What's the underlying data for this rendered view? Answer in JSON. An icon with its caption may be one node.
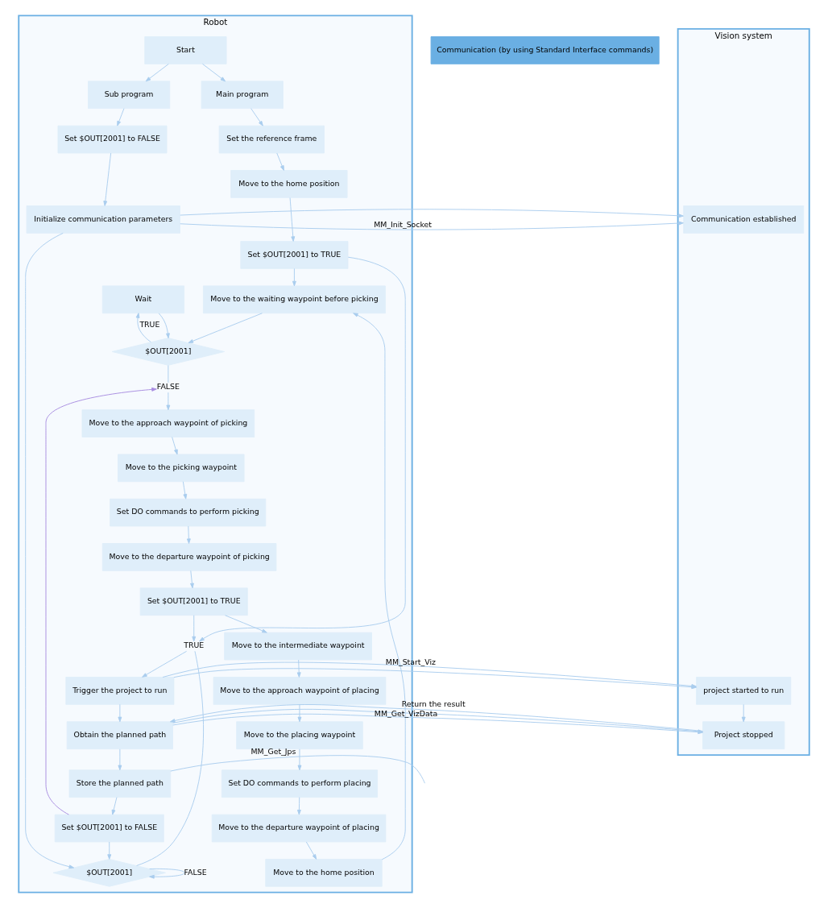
{
  "diagram": {
    "nodes": [
      {
        "text": [
          "Robot"
        ]
      },
      {
        "text": [
          "Communication (by using Standard Interface commands)"
        ]
      },
      {
        "text": [
          "Vision system"
        ]
      },
      {
        "text": [
          "Start"
        ],
        "in": 0
      },
      {
        "text": [
          "Main program"
        ],
        "in": 0
      },
      {
        "text": [
          "Set the reference frame"
        ],
        "in": 0
      },
      {
        "text": [
          "Move to the home position"
        ],
        "in": 0
      },
      {
        "text": [
          "Set $OUT[2001] to TRUE"
        ],
        "in": 0
      },
      {
        "text": [
          "Move to the waiting waypoint before picking"
        ],
        "in": 0
      },
      {
        "text": [
          "Wait"
        ],
        "in": 0
      },
      {
        "text": [
          "$OUT[2001]"
        ],
        "in": 0
      },
      {
        "text": [
          "FALSE"
        ],
        "in": 0
      },
      {
        "text": [
          "Move to the approach waypoint of picking"
        ],
        "in": 0
      },
      {
        "text": [
          "Move to the picking waypoint"
        ],
        "in": 0
      },
      {
        "text": [
          "Set DO commands to perform picking"
        ],
        "in": 0
      },
      {
        "text": [
          "Move to the departure waypoint of picking"
        ],
        "in": 0
      },
      {
        "text": [
          "Set $OUT[2001] to TRUE"
        ],
        "in": 0
      },
      {
        "text": [
          "Move to the intermediate waypoint"
        ],
        "in": 0
      },
      {
        "text": [
          "Move to the approach waypoint of placing"
        ],
        "in": 0
      },
      {
        "text": [
          "Move to the placing waypoint"
        ],
        "in": 0
      },
      {
        "text": [
          "Set DO commands to perform placing"
        ],
        "in": 0
      },
      {
        "text": [
          "Move to the departure waypoint of placing"
        ],
        "in": 0
      },
      {
        "text": [
          "Move to the home position"
        ],
        "in": 0
      },
      {
        "text": [
          "Sub program"
        ],
        "in": 0
      },
      {
        "text": [
          "Set $OUT[2001] to FALSE"
        ],
        "in": 0
      },
      {
        "text": [
          "Initialize communication parameters"
        ],
        "in": 0
      },
      {
        "text": [
          "$OUT[2001]"
        ],
        "in": 0
      },
      {
        "text": [
          "TRUE"
        ],
        "in": 0
      },
      {
        "text": [
          "Trigger the project to run"
        ],
        "in": 0
      },
      {
        "text": [
          "Obtain the planned path"
        ],
        "in": 0
      },
      {
        "text": [
          "Store the planned path"
        ],
        "in": 0
      },
      {
        "text": [
          "Set $OUT[2001] to FALSE"
        ],
        "in": 0
      },
      {
        "text": [
          "Communication established"
        ],
        "in": 2
      },
      {
        "text": [
          "project started to run"
        ],
        "in": 2
      },
      {
        "text": [
          "Project stopped"
        ],
        "in": 2
      }
    ],
    "edges": [
      {
        "from": 3,
        "to": 4,
        "arrow": "to"
      },
      {
        "from": 3,
        "to": 23,
        "arrow": "to"
      },
      {
        "from": 4,
        "to": 5,
        "arrow": "to"
      },
      {
        "from": 5,
        "to": 6,
        "arrow": "to"
      },
      {
        "from": 6,
        "to": 7,
        "arrow": "to"
      },
      {
        "from": 7,
        "to": 8,
        "arrow": "to"
      },
      {
        "from": 7,
        "to": 27,
        "arrow": "to"
      },
      {
        "from": 8,
        "to": 10,
        "arrow": "to"
      },
      {
        "from": 9,
        "to": 10,
        "arrow": "to"
      },
      {
        "from": 10,
        "to": 9,
        "label": "TRUE",
        "arrow": "to"
      },
      {
        "from": 10,
        "to": 11,
        "arrow": "none"
      },
      {
        "from": 11,
        "to": 12,
        "arrow": "to"
      },
      {
        "from": 12,
        "to": 13,
        "arrow": "to"
      },
      {
        "from": 13,
        "to": 14,
        "arrow": "to"
      },
      {
        "from": 14,
        "to": 15,
        "arrow": "to"
      },
      {
        "from": 15,
        "to": 16,
        "arrow": "to"
      },
      {
        "from": 16,
        "to": 27,
        "arrow": "to"
      },
      {
        "from": 16,
        "to": 17,
        "arrow": "to"
      },
      {
        "from": 17,
        "to": 18,
        "arrow": "to"
      },
      {
        "from": 18,
        "to": 19,
        "arrow": "to"
      },
      {
        "from": 19,
        "to": 20,
        "arrow": "to"
      },
      {
        "from": 20,
        "to": 21,
        "arrow": "to"
      },
      {
        "from": 21,
        "to": 22,
        "arrow": "to"
      },
      {
        "from": 22,
        "to": 8,
        "arrow": "to"
      },
      {
        "from": 23,
        "to": 24,
        "arrow": "to"
      },
      {
        "from": 24,
        "to": 25,
        "arrow": "to"
      },
      {
        "from": 25,
        "to": 26,
        "arrow": "to"
      },
      {
        "from": 26,
        "to": 26,
        "label": "FALSE",
        "arrow": "to"
      },
      {
        "from": 26,
        "to": 27,
        "arrow": "none"
      },
      {
        "from": 27,
        "to": 28,
        "arrow": "to"
      },
      {
        "from": 28,
        "to": 29,
        "arrow": "to"
      },
      {
        "from": 29,
        "to": 30,
        "arrow": "to"
      },
      {
        "from": 30,
        "to": 31,
        "arrow": "to"
      },
      {
        "from": 31,
        "to": 11,
        "arrow": "to",
        "color": "#a78be0"
      },
      {
        "from": 31,
        "to": 26,
        "arrow": "to"
      },
      {
        "from": 25,
        "to": 32,
        "label": "MM_Init_Socket",
        "arrow": "to"
      },
      {
        "from": 28,
        "to": 33,
        "label": "MM_Start_Viz",
        "arrow": "to"
      },
      {
        "from": 29,
        "to": 34,
        "label": "MM_Get_VizData",
        "arrow": "to"
      },
      {
        "from": 33,
        "to": 34,
        "arrow": "to"
      },
      {
        "from": 34,
        "to": 29,
        "label": "Return the result",
        "arrow": "to"
      },
      {
        "from": 30,
        "to": null,
        "label": "MM_Get_Jps",
        "arrow": "none"
      }
    ]
  }
}
